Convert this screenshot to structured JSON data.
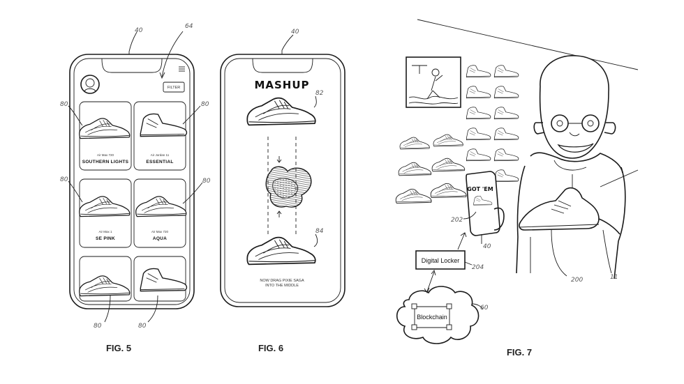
{
  "figures": {
    "fig5": {
      "label": "FIG. 5",
      "filter_button": "FILTER",
      "cards": [
        {
          "model": "Air Max 720",
          "name": "SOUTHERN LIGHTS"
        },
        {
          "model": "Air Jordan 11",
          "name": "ESSENTIAL"
        },
        {
          "model": "Air Max 1",
          "name": "SE PINK"
        },
        {
          "model": "Air Max 720",
          "name": "AQUA"
        },
        {
          "model": "",
          "name": ""
        },
        {
          "model": "",
          "name": ""
        }
      ]
    },
    "fig6": {
      "label": "FIG. 6",
      "title": "MASHUP",
      "caption_line1": "NOW DRAG PIXIE SAGA",
      "caption_line2": "INTO THE MIDDLE"
    },
    "fig7": {
      "label": "FIG. 7",
      "digital_locker": "Digital Locker",
      "blockchain": "Blockchain",
      "phone_text": "GOT 'EM"
    }
  },
  "reference_numerals": {
    "device_fig5": "40",
    "filter_ref": "64",
    "card_ref": "80",
    "device_fig6": "40",
    "shoe_top": "82",
    "shoe_bottom": "84",
    "phone_fig7": "40",
    "screen_ref": "202",
    "locker_ref": "204",
    "blockchain_ref": "60",
    "shoe_held": "200",
    "person_ref": "11"
  },
  "colors": {
    "line": "#1a1a1a",
    "background": "#ffffff",
    "numeral": "#555555"
  }
}
